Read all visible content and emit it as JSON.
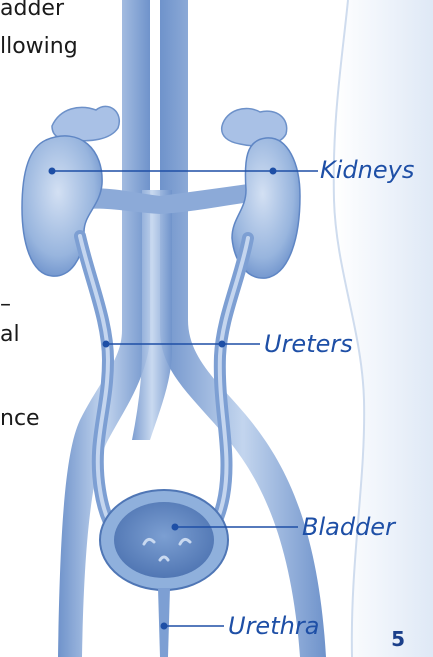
{
  "body_text_fragments": [
    "adder",
    "llowing",
    "–",
    "al",
    "nce"
  ],
  "labels": {
    "kidneys": "Kidneys",
    "ureters": "Ureters",
    "bladder": "Bladder",
    "urethra": "Urethra"
  },
  "page_number": "5",
  "colors": {
    "label": "#1e4fa6",
    "leader_line": "#1e4fa6",
    "organ": "#8fb0dc",
    "organ_dark": "#5e86c3",
    "body_outline": "#e6edf7",
    "page_number": "#1b3f8a",
    "text": "#1a1a1a"
  }
}
